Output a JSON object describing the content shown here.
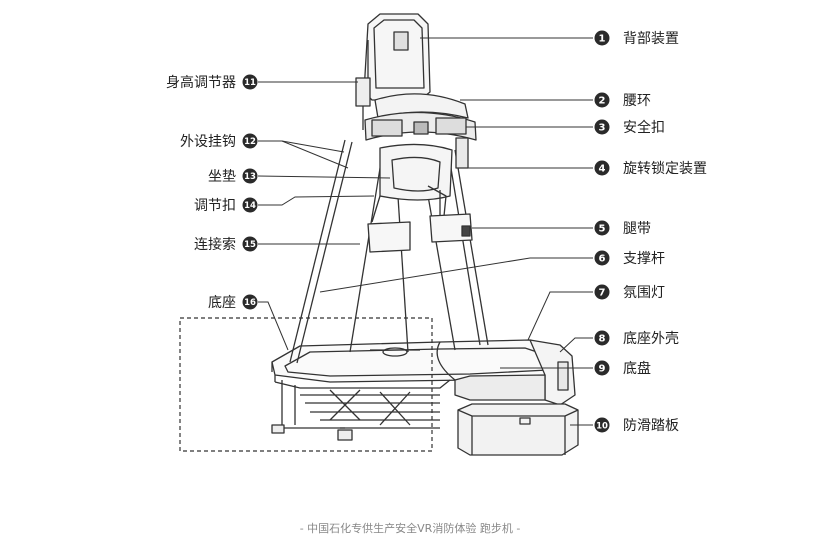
{
  "caption": "- 中国石化专供生产安全VR消防体验 跑步机 -",
  "colors": {
    "line": "#333333",
    "badge": "#2a2a2a",
    "text": "#222222",
    "caption": "#888888"
  },
  "callouts_right": [
    {
      "num": "1",
      "label": "背部装置"
    },
    {
      "num": "2",
      "label": "腰环"
    },
    {
      "num": "3",
      "label": "安全扣"
    },
    {
      "num": "4",
      "label": "旋转锁定装置"
    },
    {
      "num": "5",
      "label": "腿带"
    },
    {
      "num": "6",
      "label": "支撑杆"
    },
    {
      "num": "7",
      "label": "氛围灯"
    },
    {
      "num": "8",
      "label": "底座外壳"
    },
    {
      "num": "9",
      "label": "底盘"
    },
    {
      "num": "10",
      "label": "防滑踏板"
    }
  ],
  "callouts_left": [
    {
      "num": "11",
      "label": "身高调节器"
    },
    {
      "num": "12",
      "label": "外设挂钩"
    },
    {
      "num": "13",
      "label": "坐垫"
    },
    {
      "num": "14",
      "label": "调节扣"
    },
    {
      "num": "15",
      "label": "连接索"
    },
    {
      "num": "16",
      "label": "底座"
    }
  ]
}
